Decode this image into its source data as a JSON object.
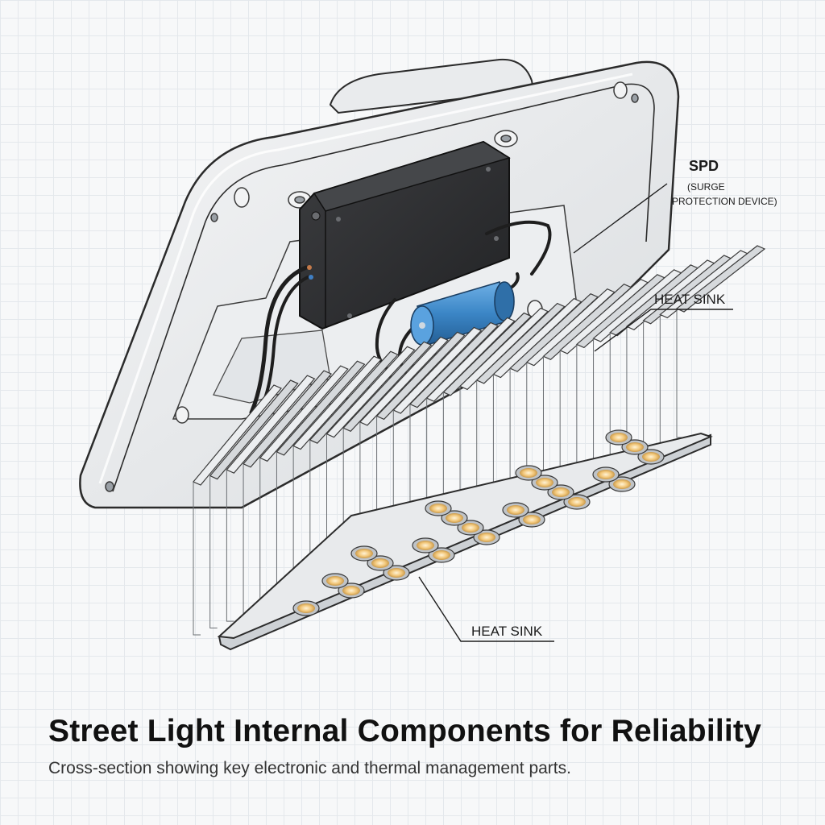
{
  "title": "Street Light Internal Components for Reliability",
  "subtitle": "Cross-section showing key electronic and thermal management parts.",
  "callouts": {
    "spd": {
      "label": "SPD",
      "detail_line1": "(SURGE",
      "detail_line2": "PROTECTION DEVICE)"
    },
    "heat_sink_top": {
      "label": "HEAT SINK"
    },
    "heat_sink_bottom": {
      "label": "HEAT SINK"
    }
  },
  "colors": {
    "housing": "#e6e8ea",
    "driver_box": "#2f3033",
    "capacitor": "#3b86c6",
    "led": "#f2c77a",
    "outline": "#2b2b2b"
  }
}
